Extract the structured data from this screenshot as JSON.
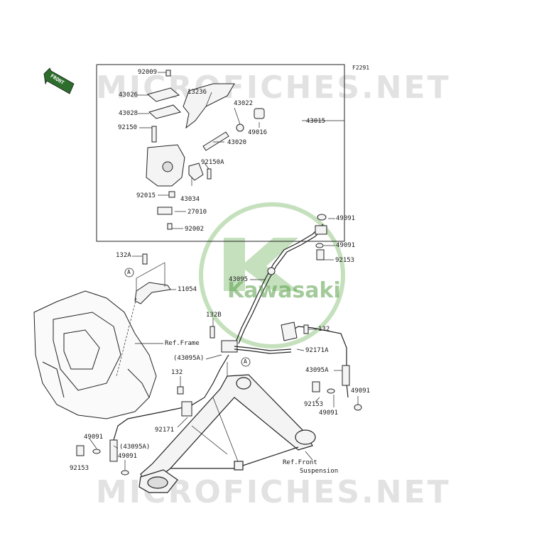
{
  "figure_code": "F2291",
  "watermark": {
    "top": "MICROFICHES.NET",
    "bottom": "MICROFICHES.NET"
  },
  "brand": "Kawasaki",
  "front_tag": "FRONT",
  "callout_marker": "A",
  "labels": {
    "l92009": "92009",
    "l43026": "43026",
    "l13236": "13236",
    "l43028": "43028",
    "l43022": "43022",
    "l92150": "92150",
    "l49016": "49016",
    "l43015": "43015",
    "l43020": "43020",
    "l92150A": "92150A",
    "l92015": "92015",
    "l43034": "43034",
    "l27010": "27010",
    "l92002": "92002",
    "l49091a": "49091",
    "l49091b": "49091",
    "l92153a": "92153",
    "l132A": "132A",
    "l11054": "11054",
    "l43095": "43095",
    "l132B": "132B",
    "l132a": "132",
    "lRefFrame": "Ref.Frame",
    "l92171A": "92171A",
    "l43095Ap": "(43095A)",
    "l132b": "132",
    "l43095A": "43095A",
    "l49091c": "49091",
    "l92153b": "92153",
    "l49091d": "49091",
    "l92171": "92171",
    "l49091e": "49091",
    "l43095Ap2": "(43095A)",
    "l49091f": "49091",
    "l92153c": "92153",
    "lRefFront1": "Ref.Front",
    "lRefFront2": "Suspension"
  }
}
